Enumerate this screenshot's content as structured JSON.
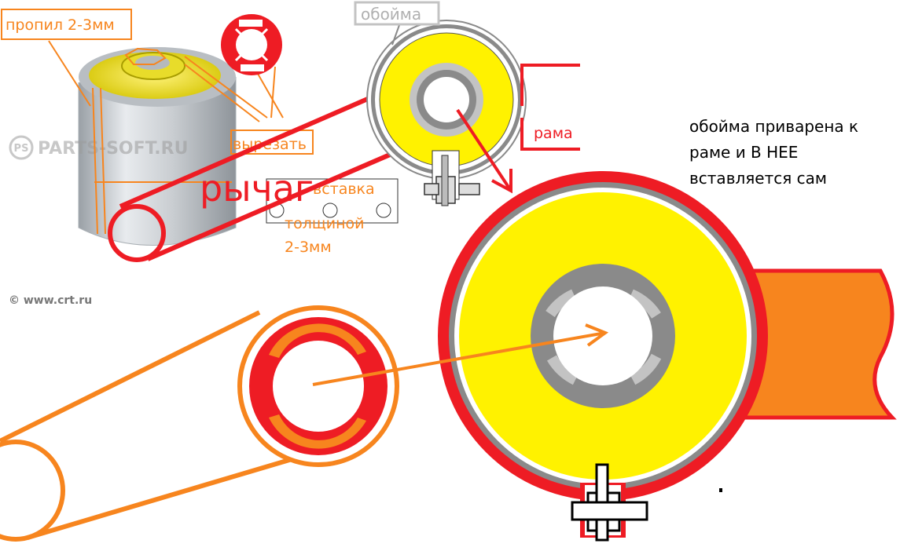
{
  "labels": {
    "cut": "пропил 2-3мм",
    "cage": "обойма",
    "frame": "рама",
    "cut_out": "вырезать",
    "lever": "рычаг",
    "insert_line1": "вставка",
    "insert_line2": "толщиной",
    "insert_line3": "2-3мм",
    "note_line1": "обойма приварена к",
    "note_line2": "раме и В НЕЕ",
    "note_line3": "вставляется сам",
    "watermark_logo": "PS",
    "watermark_site": "PARTS-SOFT.RU",
    "copyright": "© www.crt.ru"
  },
  "colors": {
    "red": "#ee1c24",
    "orange": "#f7851e",
    "yellow": "#fff200",
    "gray": "#8a8a8a",
    "light_gray": "#c3c3c3"
  }
}
